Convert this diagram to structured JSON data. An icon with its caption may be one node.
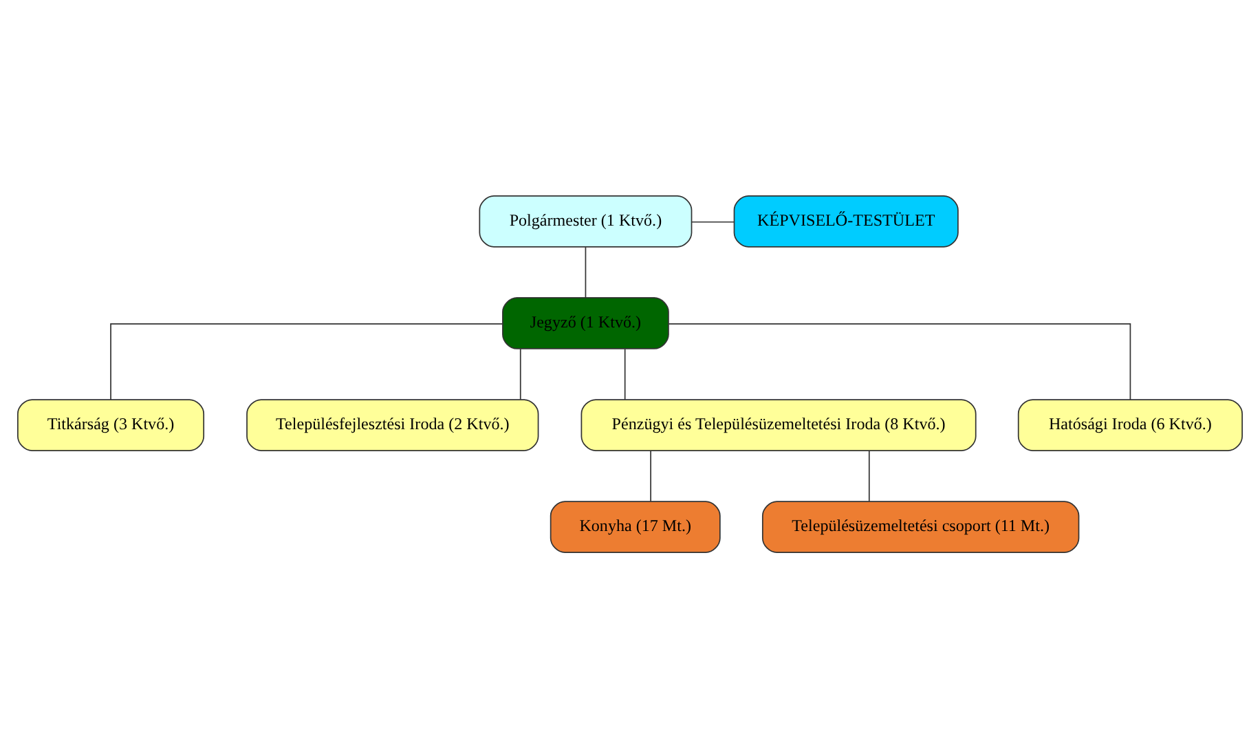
{
  "diagram": {
    "nodes": [
      {
        "text": [
          "Polgármester (1 Ktvő.)"
        ]
      },
      {
        "text": [
          "KÉPVISELŐ-TESTÜLET"
        ]
      },
      {
        "text": [
          "Jegyző (1 Ktvő.)"
        ]
      },
      {
        "text": [
          "Titkárság (3 Ktvő.)"
        ]
      },
      {
        "text": [
          "Településfejlesztési Iroda (2 Ktvő.)"
        ]
      },
      {
        "text": [
          "Pénzügyi és Településüzemeltetési Iroda (8 Ktvő.)"
        ]
      },
      {
        "text": [
          "Hatósági Iroda (6 Ktvő.)"
        ]
      },
      {
        "text": [
          "Konyha (17 Mt.)"
        ]
      },
      {
        "text": [
          "Településüzemeltetési csoport (11 Mt.)"
        ]
      }
    ],
    "edges": [
      {
        "from": 0,
        "to": 1,
        "arrow": "none"
      },
      {
        "from": 0,
        "to": 2,
        "arrow": "none"
      },
      {
        "from": 2,
        "to": 3,
        "arrow": "none"
      },
      {
        "from": 2,
        "to": 4,
        "arrow": "none"
      },
      {
        "from": 2,
        "to": 5,
        "arrow": "none"
      },
      {
        "from": 2,
        "to": 6,
        "arrow": "none"
      },
      {
        "from": 5,
        "to": 7,
        "arrow": "none"
      },
      {
        "from": 5,
        "to": 8,
        "arrow": "none"
      }
    ]
  }
}
